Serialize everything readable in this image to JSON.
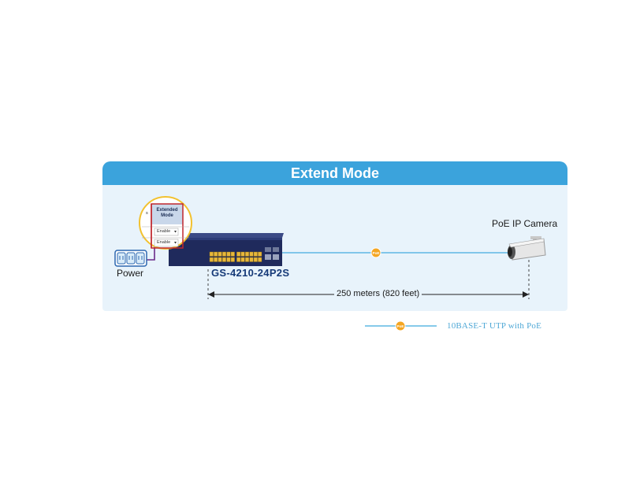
{
  "header": {
    "title": "Extend Mode"
  },
  "devices": {
    "power": {
      "label": "Power",
      "icon": "power-outlet-icon"
    },
    "switch": {
      "model": "GS-4210-24P2S",
      "icon": "poe-switch-icon"
    },
    "camera": {
      "label": "PoE IP Camera",
      "icon": "ip-camera-icon"
    }
  },
  "zoom_callout": {
    "header": "Extended Mode",
    "edge_text": "s",
    "rows": [
      {
        "value": "Enable"
      },
      {
        "value": "Enable"
      }
    ]
  },
  "link": {
    "badge": "PoE",
    "distance": "250 meters (820 feet)"
  },
  "legend": {
    "badge": "PoE",
    "label": "10BASE-T UTP with PoE"
  },
  "colors": {
    "header_bg": "#3ba3dc",
    "panel_bg": "#e8f3fb",
    "cable": "#5fb8e4",
    "poe_badge": "#f4a623",
    "callout_border": "#f2c12e",
    "highlight_border": "#c0262d",
    "switch_body": "#1f2a5c",
    "model_text": "#163a78"
  }
}
